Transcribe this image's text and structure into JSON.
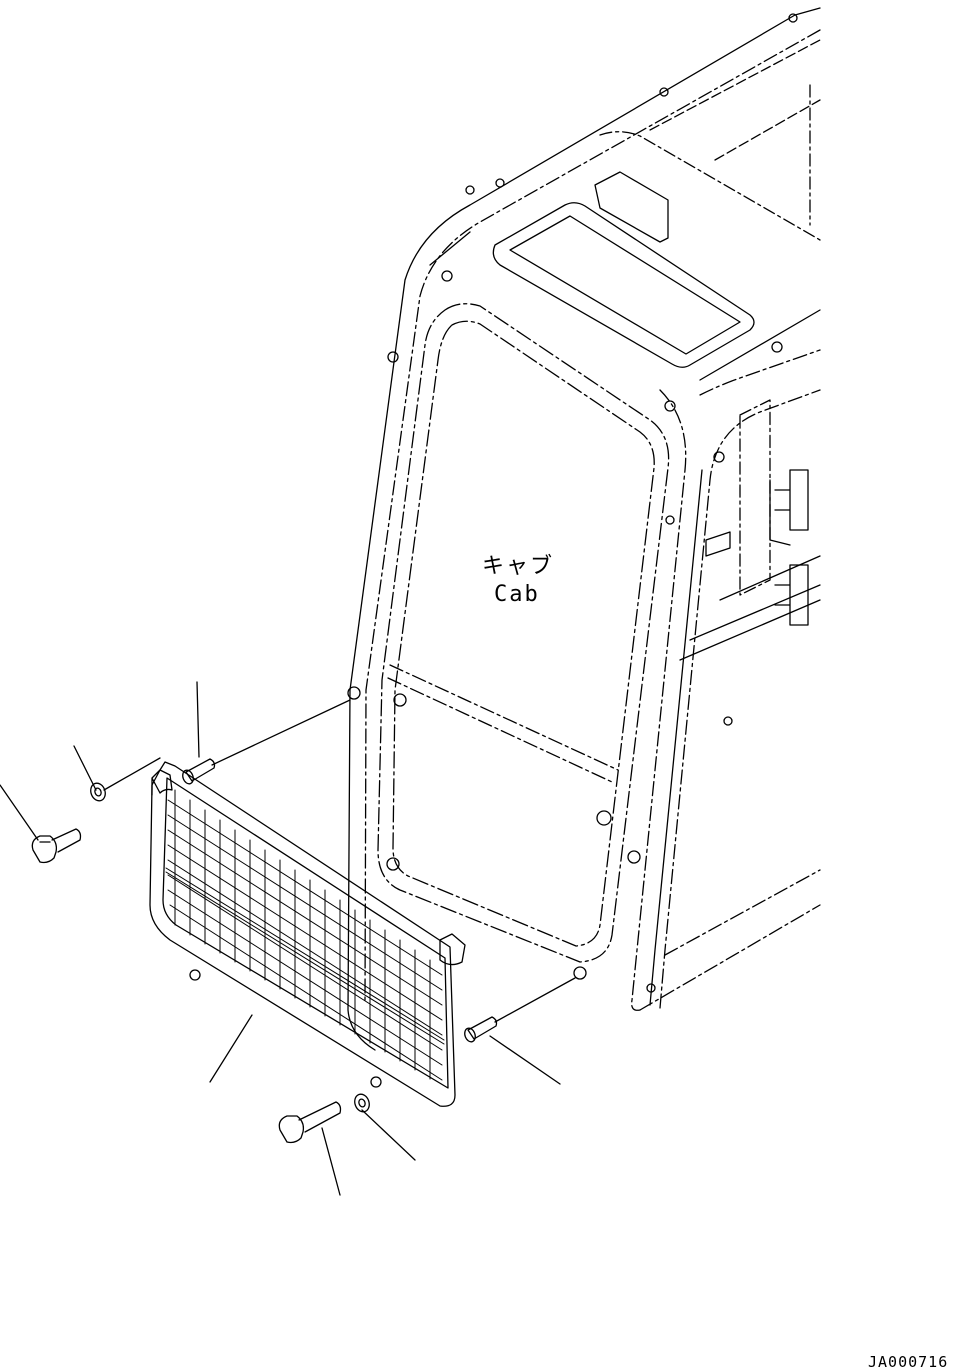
{
  "labels": {
    "cab_japanese": "キャブ",
    "cab_english": "Cab",
    "drawing_code": "JA000716"
  },
  "colors": {
    "ink": "#000000",
    "background": "#ffffff"
  }
}
